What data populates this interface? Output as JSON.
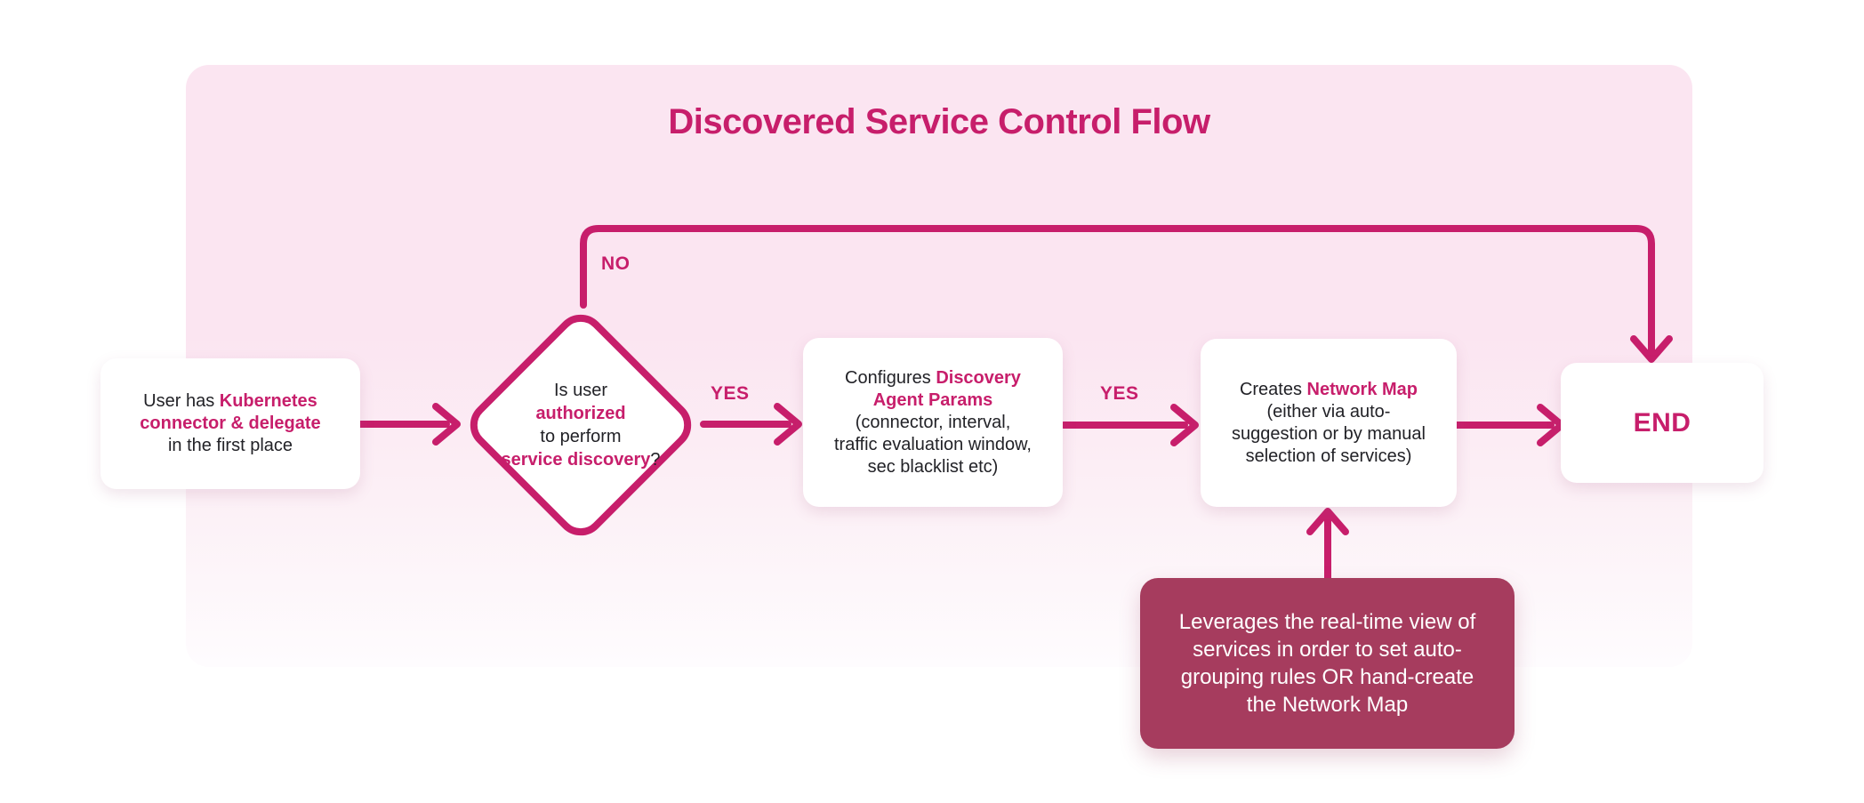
{
  "colors": {
    "accent": "#C71E6B",
    "panel_pink": "#FBE5F1",
    "panel_fade": "#FEFCFE",
    "note_maroon": "#A63C5E",
    "text_dark": "#222227"
  },
  "title": "Discovered Service Control Flow",
  "nodes": {
    "start": {
      "segments": [
        {
          "text": "User has ",
          "accent": false
        },
        {
          "text": "Kubernetes\nconnector & delegate",
          "accent": true
        },
        {
          "text": "\nin the first place",
          "accent": false
        }
      ]
    },
    "decision": {
      "segments": [
        {
          "text": "Is user\n",
          "accent": false
        },
        {
          "text": "authorized",
          "accent": true
        },
        {
          "text": "\nto perform\n",
          "accent": false
        },
        {
          "text": "service discovery",
          "accent": true
        },
        {
          "text": "?",
          "accent": false
        }
      ]
    },
    "configure": {
      "segments": [
        {
          "text": "Configures ",
          "accent": false
        },
        {
          "text": "Discovery\nAgent Params",
          "accent": true
        },
        {
          "text": "\n(connector, interval,\ntraffic evaluation window,\nsec blacklist etc)",
          "accent": false
        }
      ]
    },
    "create_map": {
      "segments": [
        {
          "text": "Creates ",
          "accent": false
        },
        {
          "text": "Network Map",
          "accent": true
        },
        {
          "text": "\n(either via auto-\nsuggestion or by manual\nselection of services)",
          "accent": false
        }
      ]
    },
    "end": {
      "label": "END"
    },
    "note": {
      "text": "Leverages the real-time view of\nservices in order to set auto-\ngrouping rules OR hand-create\nthe Network Map"
    }
  },
  "edges": {
    "yes1_label": "YES",
    "yes2_label": "YES",
    "no_label": "NO"
  }
}
